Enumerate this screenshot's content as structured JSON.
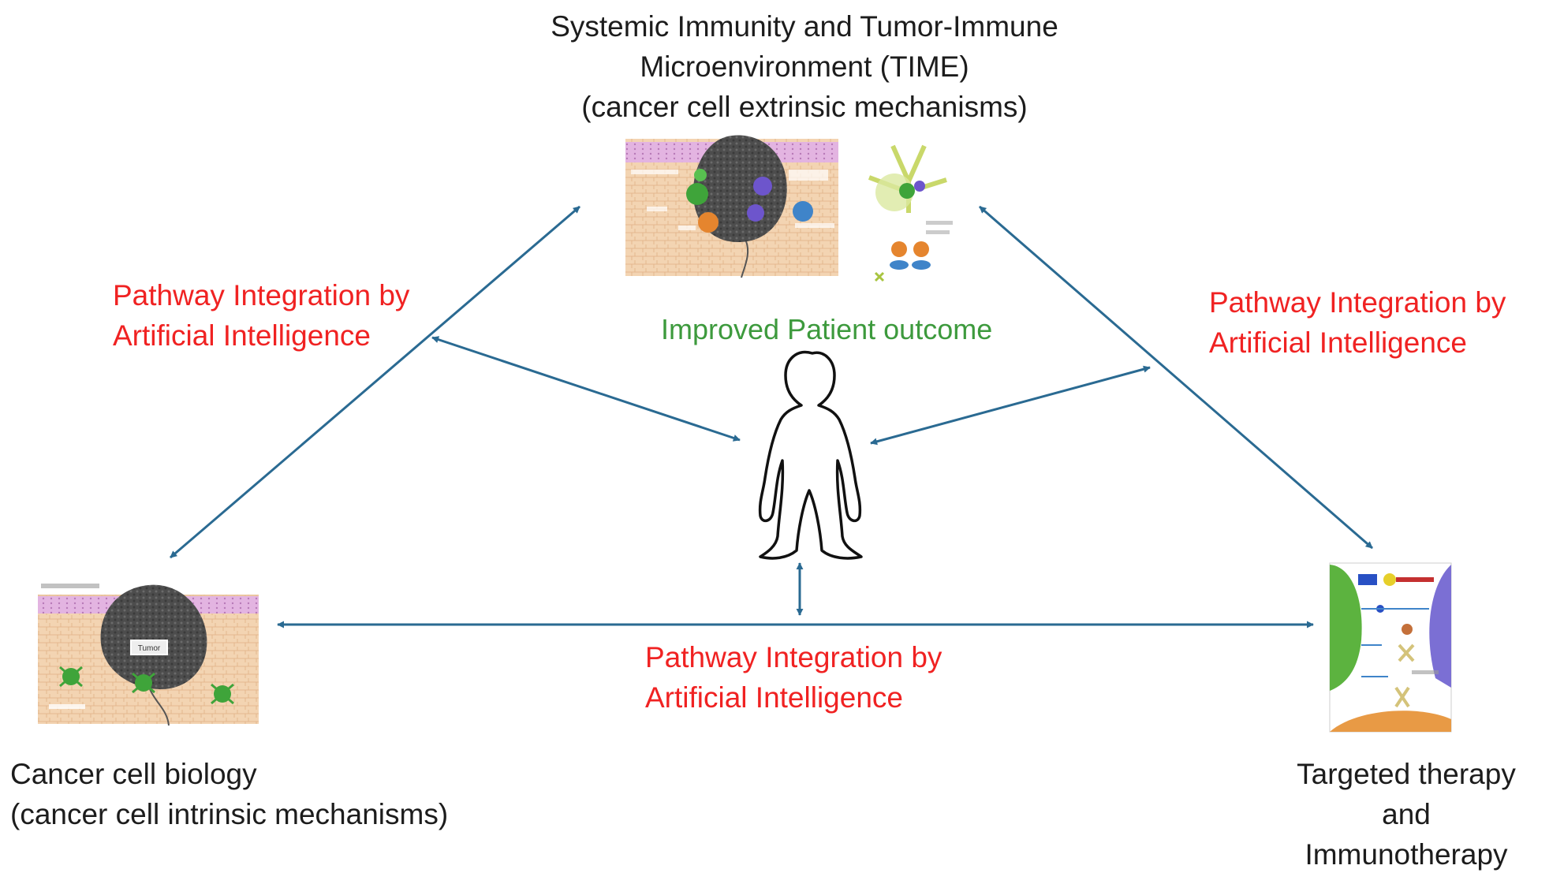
{
  "top": {
    "lines": [
      "Systemic Immunity and Tumor-Immune",
      "Microenvironment (TIME)",
      "(cancer cell extrinsic mechanisms)"
    ]
  },
  "center": {
    "outcome": "Improved Patient outcome"
  },
  "left": {
    "lines": [
      "Cancer cell biology",
      "(cancer cell intrinsic mechanisms)"
    ]
  },
  "right": {
    "lines": [
      "Targeted therapy",
      "and",
      "Immunotherapy"
    ]
  },
  "ai_labels": {
    "left": [
      "Pathway Integration by",
      "Artificial Intelligence"
    ],
    "right": [
      "Pathway Integration by",
      "Artificial Intelligence"
    ],
    "bottom": [
      "Pathway Integration by",
      "Artificial Intelligence"
    ]
  },
  "colors": {
    "arrow": "#2a6a92",
    "ai_text": "#f02222",
    "outcome_text": "#3d9a3d",
    "label_text": "#1c1c1c",
    "tumor": "#4a4a4a",
    "stroma": "#f3d4b2",
    "epithelium": "#e3b4e1",
    "dendritic_cell": "#3fa43a",
    "t_cell": "#6d55cc",
    "macrophage": "#3f84c9",
    "treg": "#e5852e"
  },
  "icons": [
    "tumor-microenvironment-illustration",
    "lymph-node-illustration",
    "tumor-illustration",
    "receptor-therapy-illustration",
    "human-figure-icon"
  ]
}
